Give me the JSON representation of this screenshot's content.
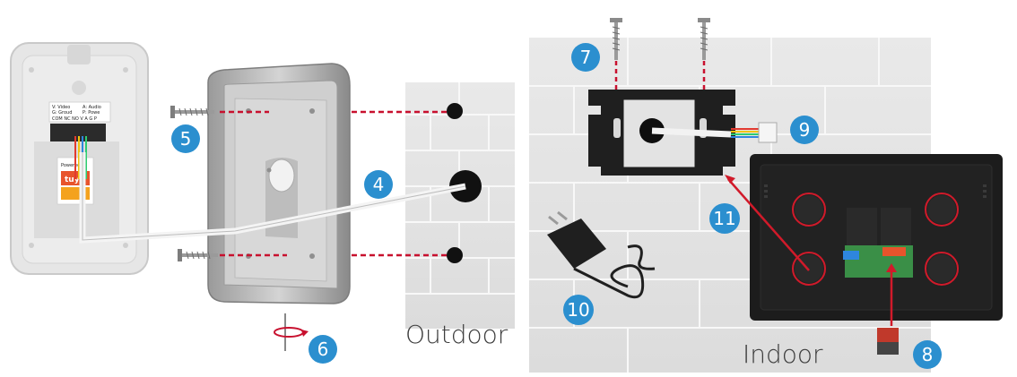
{
  "panel_text": {
    "video": "V: Video",
    "ground": "G: Groud",
    "audio": "A: Audio",
    "power": "P: Powe",
    "terminals": "COM NC NO V A G P",
    "tuya_top": "Powered by",
    "tuya_brand": "tuya"
  },
  "labels": {
    "outdoor": "Outdoor",
    "indoor": "Indoor"
  },
  "callouts": {
    "n4": "4",
    "n5": "5",
    "n6": "6",
    "n7": "7",
    "n8": "8",
    "n9": "9",
    "n10": "10",
    "n11": "11"
  },
  "colors": {
    "callout": "#2b8fcf",
    "dashed_line": "#c8102e",
    "wall": "#e6e6e6",
    "monitor": "#1c1c1c"
  }
}
